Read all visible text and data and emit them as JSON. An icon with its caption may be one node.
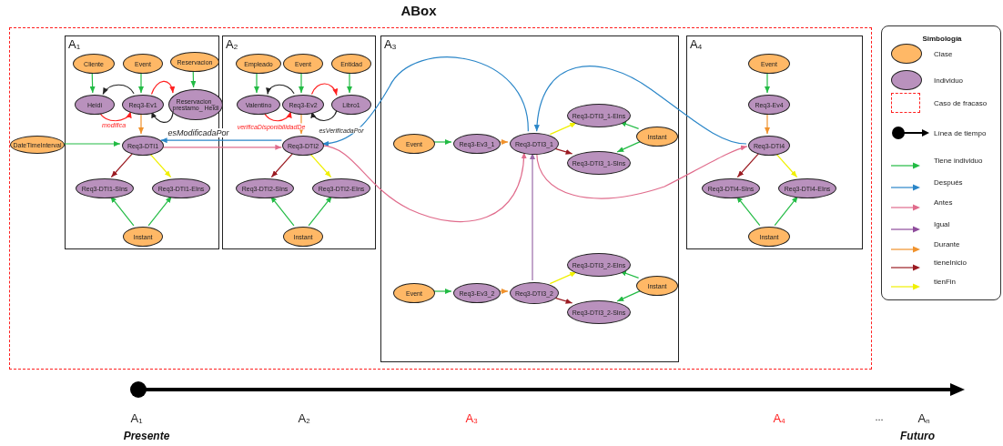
{
  "diagram": {
    "title": "ABox",
    "nodes": [
      {
        "text": [],
        "shape": "box"
      },
      {
        "text": [
          "A$_{1}$"
        ],
        "in": 0
      },
      {
        "text": [
          "Cliente"
        ],
        "in": 1
      },
      {
        "text": [
          "Event"
        ],
        "in": 1
      },
      {
        "text": [
          "Reservacion"
        ],
        "in": 1
      },
      {
        "text": [
          "Heidi"
        ],
        "in": 1
      },
      {
        "text": [
          "Req3-Ev1"
        ],
        "in": 1
      },
      {
        "text": [
          "Reservacion_ prestamo_ Heidi"
        ],
        "in": 1
      },
      {
        "text": [
          "Req3-DTI1"
        ],
        "in": 1
      },
      {
        "text": [
          "Req3-DTI1-SIns"
        ],
        "in": 1
      },
      {
        "text": [
          "Req3-DTI1-EIns"
        ],
        "in": 1
      },
      {
        "text": [
          "Instant"
        ],
        "in": 1
      },
      {
        "text": [
          "DateTimeInterval"
        ],
        "in": 0
      },
      {
        "text": [
          "A$_{2}$"
        ],
        "in": 0
      },
      {
        "text": [
          "Empleado"
        ],
        "in": 13
      },
      {
        "text": [
          "Event"
        ],
        "in": 13
      },
      {
        "text": [
          "Entidad"
        ],
        "in": 13
      },
      {
        "text": [
          "Valentino"
        ],
        "in": 13
      },
      {
        "text": [
          "Req3-Ev2"
        ],
        "in": 13
      },
      {
        "text": [
          "Libro1"
        ],
        "in": 13
      },
      {
        "text": [
          "Req3-DTI2"
        ],
        "in": 13
      },
      {
        "text": [
          "Req3-DTI2-SIns"
        ],
        "in": 13
      },
      {
        "text": [
          "Req3-DTI2-EIns"
        ],
        "in": 13
      },
      {
        "text": [
          "Instant"
        ],
        "in": 13
      },
      {
        "text": [
          "A$_{3}$"
        ],
        "in": 0
      },
      {
        "text": [
          "Event"
        ],
        "in": 24
      },
      {
        "text": [
          "Req3-Ev3_1"
        ],
        "in": 24
      },
      {
        "text": [
          "Req3-DTI3_1"
        ],
        "in": 24
      },
      {
        "text": [
          "Req3-DTI3_1-EIns"
        ],
        "in": 24
      },
      {
        "text": [
          "Instant"
        ],
        "in": 24
      },
      {
        "text": [
          "Req3-DTI3_1-SIns"
        ],
        "in": 24
      },
      {
        "text": [
          "Event"
        ],
        "in": 24
      },
      {
        "text": [
          "Req3-Ev3_2"
        ],
        "in": 24
      },
      {
        "text": [
          "Req3-DTI3_2"
        ],
        "in": 24
      },
      {
        "text": [
          "Req3-DTI3_2-EIns"
        ],
        "in": 24
      },
      {
        "text": [
          "Instant"
        ],
        "in": 24
      },
      {
        "text": [
          "Req3-DTI3_2-SIns"
        ],
        "in": 24
      },
      {
        "text": [
          "A$_{4}$"
        ],
        "in": 0
      },
      {
        "text": [
          "Event"
        ],
        "in": 37
      },
      {
        "text": [
          "Req3-Ev4"
        ],
        "in": 37
      },
      {
        "text": [
          "Req3-DTI4"
        ],
        "in": 37
      },
      {
        "text": [
          "Req3-DTI4-SIns"
        ],
        "in": 37
      },
      {
        "text": [
          "Req3-DTI4-EIns"
        ],
        "in": 37
      },
      {
        "text": [
          "Instant"
        ],
        "in": 37
      }
    ],
    "edges": [
      {
        "from": 2,
        "to": 5,
        "arrow": "to"
      },
      {
        "from": 3,
        "to": 6,
        "arrow": "to"
      },
      {
        "from": 4,
        "to": 7,
        "arrow": "to"
      },
      {
        "from": 5,
        "to": 6,
        "arrow": "to",
        "label": "modifica",
        "color": "#ff2020"
      },
      {
        "from": 6,
        "to": 5,
        "arrow": "to",
        "color": "#222222"
      },
      {
        "from": 6,
        "to": 7,
        "arrow": "to",
        "color": "#ff2020"
      },
      {
        "from": 7,
        "to": 6,
        "arrow": "to",
        "color": "#222222"
      },
      {
        "from": 6,
        "to": 8,
        "arrow": "to",
        "color": "#f0922c"
      },
      {
        "from": 12,
        "to": 8,
        "arrow": "to"
      },
      {
        "from": 8,
        "to": 9,
        "arrow": "to",
        "color": "#9b1b22"
      },
      {
        "from": 8,
        "to": 10,
        "arrow": "to",
        "color": "#f0f000"
      },
      {
        "from": 11,
        "to": 9,
        "arrow": "to"
      },
      {
        "from": 11,
        "to": 10,
        "arrow": "to"
      },
      {
        "from": 14,
        "to": 17,
        "arrow": "to"
      },
      {
        "from": 15,
        "to": 18,
        "arrow": "to"
      },
      {
        "from": 16,
        "to": 19,
        "arrow": "to"
      },
      {
        "from": 17,
        "to": 18,
        "arrow": "to",
        "label": "verificaDisponibilidadDe",
        "color": "#ff2020"
      },
      {
        "from": 18,
        "to": 17,
        "arrow": "to",
        "color": "#222222"
      },
      {
        "from": 18,
        "to": 19,
        "arrow": "to",
        "color": "#ff2020"
      },
      {
        "from": 19,
        "to": 18,
        "arrow": "to",
        "label": "esVerificadaPor",
        "color": "#222222"
      },
      {
        "from": 18,
        "to": 20,
        "arrow": "to",
        "color": "#f0922c"
      },
      {
        "from": 20,
        "to": 8,
        "arrow": "to",
        "label": "esModificadaPor",
        "color": "#2a86c8"
      },
      {
        "from": 8,
        "to": 20,
        "arrow": "to",
        "color": "#e06c8c"
      },
      {
        "from": 20,
        "to": 21,
        "arrow": "to",
        "color": "#9b1b22"
      },
      {
        "from": 20,
        "to": 22,
        "arrow": "to",
        "color": "#f0f000"
      },
      {
        "from": 23,
        "to": 21,
        "arrow": "to"
      },
      {
        "from": 23,
        "to": 22,
        "arrow": "to"
      },
      {
        "from": 27,
        "to": 20,
        "arrow": "to",
        "color": "#2a86c8"
      },
      {
        "from": 20,
        "to": 27,
        "arrow": "to",
        "color": "#e06c8c"
      },
      {
        "from": 25,
        "to": 26,
        "arrow": "to"
      },
      {
        "from": 26,
        "to": 27,
        "arrow": "to",
        "color": "#f0922c"
      },
      {
        "from": 27,
        "to": 28,
        "arrow": "to",
        "color": "#f0f000"
      },
      {
        "from": 27,
        "to": 30,
        "arrow": "to",
        "color": "#9b1b22"
      },
      {
        "from": 29,
        "to": 28,
        "arrow": "to"
      },
      {
        "from": 29,
        "to": 30,
        "arrow": "to"
      },
      {
        "from": 33,
        "to": 27,
        "arrow": "to",
        "color": "#9a6aa8"
      },
      {
        "from": 31,
        "to": 32,
        "arrow": "to"
      },
      {
        "from": 32,
        "to": 33,
        "arrow": "to",
        "color": "#f0922c"
      },
      {
        "from": 33,
        "to": 34,
        "arrow": "to",
        "color": "#f0f000"
      },
      {
        "from": 33,
        "to": 36,
        "arrow": "to",
        "color": "#9b1b22"
      },
      {
        "from": 35,
        "to": 34,
        "arrow": "to"
      },
      {
        "from": 35,
        "to": 36,
        "arrow": "to"
      },
      {
        "from": 40,
        "to": 27,
        "arrow": "to",
        "color": "#2a86c8"
      },
      {
        "from": 27,
        "to": 40,
        "arrow": "to",
        "color": "#e06c8c"
      },
      {
        "from": 38,
        "to": 39,
        "arrow": "to"
      },
      {
        "from": 39,
        "to": 40,
        "arrow": "to",
        "color": "#f0922c"
      },
      {
        "from": 40,
        "to": 41,
        "arrow": "to",
        "color": "#9b1b22"
      },
      {
        "from": 40,
        "to": 42,
        "arrow": "to",
        "color": "#f0f000"
      },
      {
        "from": 43,
        "to": 41,
        "arrow": "to"
      },
      {
        "from": 43,
        "to": 42,
        "arrow": "to"
      }
    ],
    "labels": [
      "Simbología",
      "A$_{1}$",
      "A$_{2}$",
      "A$_{3}$",
      "A$_{4}$",
      "...",
      "A$_{n}$",
      "Presente",
      "Futuro"
    ],
    "legend": [
      {
        "text": "Clase",
        "color": "#ffb866"
      },
      {
        "text": "Individuo",
        "color": "#b991bd"
      },
      {
        "text": "Caso de fracaso",
        "color": "#ff2020"
      },
      {
        "text": "Línea de tiempo",
        "color": "#000000"
      },
      {
        "text": "Tiene individuo",
        "color": "#22bb44"
      },
      {
        "text": "Después",
        "color": "#2a86c8"
      },
      {
        "text": "Antes",
        "color": "#e06c8c"
      },
      {
        "text": "Igual",
        "color": "#8e4c9c"
      },
      {
        "text": "Durante",
        "color": "#f0922c"
      },
      {
        "text": "tieneInicio",
        "color": "#9b1b22"
      },
      {
        "text": "tienFin",
        "color": "#f0f000"
      }
    ]
  }
}
